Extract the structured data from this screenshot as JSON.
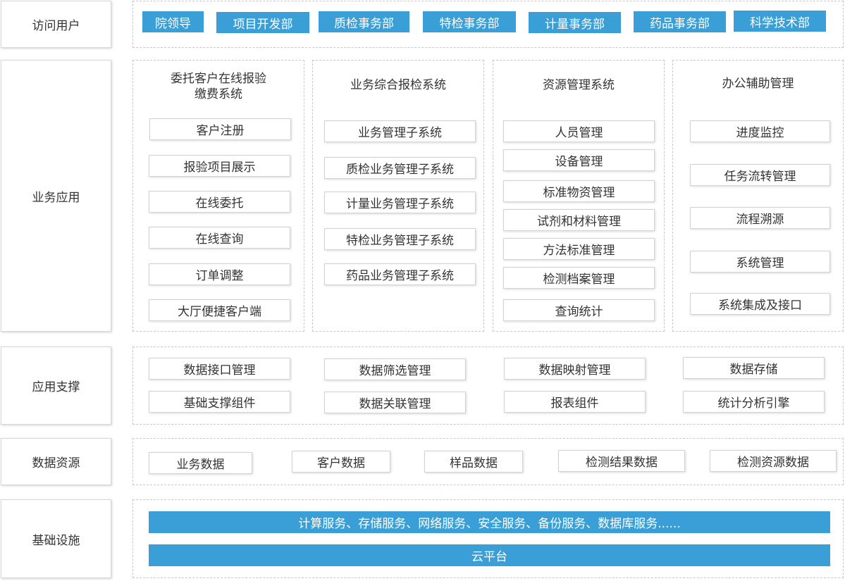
{
  "colors": {
    "accent": "#3a9fd6",
    "bar": "#3a9fd6",
    "label_border": "#d8d8d8",
    "panel_border": "#c8c8c8"
  },
  "rows": {
    "access": "访问用户",
    "business": "业务应用",
    "support": "应用支撑",
    "data": "数据资源",
    "infra": "基础设施"
  },
  "access_users": [
    "院领导",
    "项目开发部",
    "质检事务部",
    "特检事务部",
    "计量事务部",
    "药品事务部",
    "科学技术部"
  ],
  "business_columns": [
    {
      "title": "委托客户在线报验\n缴费系统",
      "items": [
        "客户注册",
        "报验项目展示",
        "在线委托",
        "在线查询",
        "订单调整",
        "大厅便捷客户端"
      ]
    },
    {
      "title": "业务综合报检系统",
      "items": [
        "业务管理子系统",
        "质检业务管理子系统",
        "计量业务管理子系统",
        "特检业务管理子系统",
        "药品业务管理子系统"
      ]
    },
    {
      "title": "资源管理系统",
      "items": [
        "人员管理",
        "设备管理",
        "标准物资管理",
        "试剂和材料管理",
        "方法标准管理",
        "检测档案管理",
        "查询统计"
      ]
    },
    {
      "title": "办公辅助管理",
      "items": [
        "进度监控",
        "任务流转管理",
        "流程溯源",
        "系统管理",
        "系统集成及接口"
      ]
    }
  ],
  "support_items": [
    "数据接口管理",
    "数据筛选管理",
    "数据映射管理",
    "数据存储",
    "基础支撑组件",
    "数据关联管理",
    "报表组件",
    "统计分析引擎"
  ],
  "data_items": [
    "业务数据",
    "客户数据",
    "样品数据",
    "检测结果数据",
    "检测资源数据"
  ],
  "infra": {
    "services": "计算服务、存储服务、网络服务、安全服务、备份服务、数据库服务......",
    "cloud": "云平台"
  }
}
